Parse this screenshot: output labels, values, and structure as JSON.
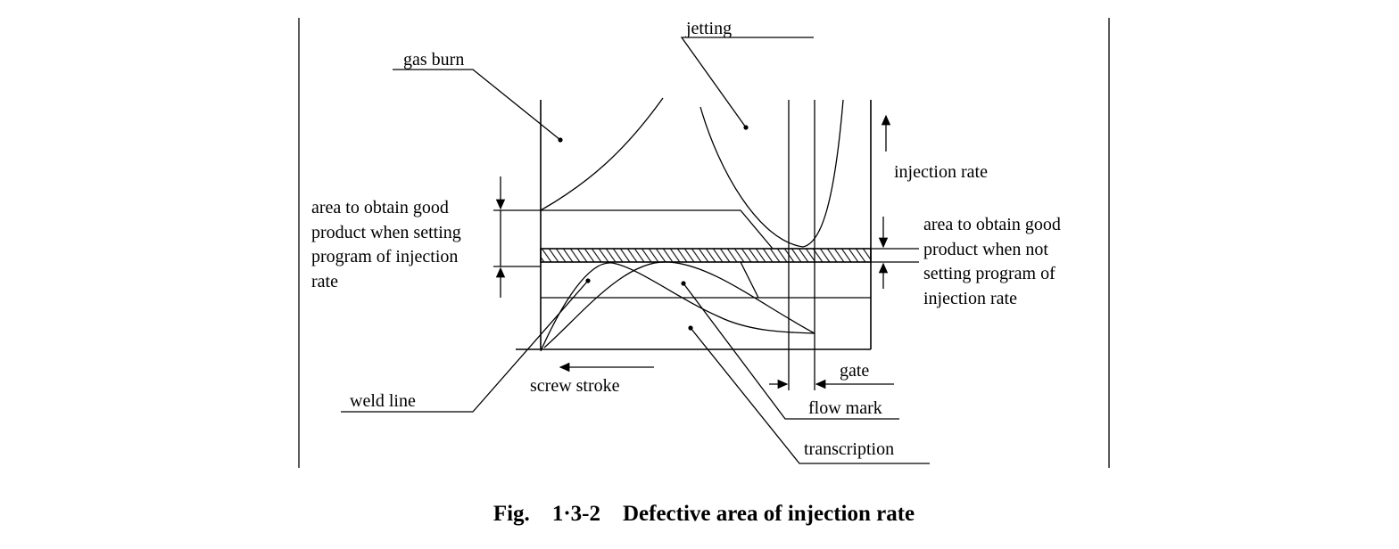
{
  "labels": {
    "jetting": "jetting",
    "gas_burn": "gas burn",
    "injection_rate": "injection rate",
    "area_program": [
      "area to obtain good",
      "product when setting",
      "program of injection",
      "rate"
    ],
    "area_no_program": [
      "area to obtain good",
      "product when not",
      "setting program of",
      "injection rate"
    ],
    "gate": "gate",
    "screw_stroke": "screw stroke",
    "weld_line": "weld line",
    "flow_mark": "flow mark",
    "transcription": "transcription"
  },
  "caption": {
    "fig": "Fig.",
    "number": "1·3-2",
    "title": "Defective area of injection rate"
  }
}
